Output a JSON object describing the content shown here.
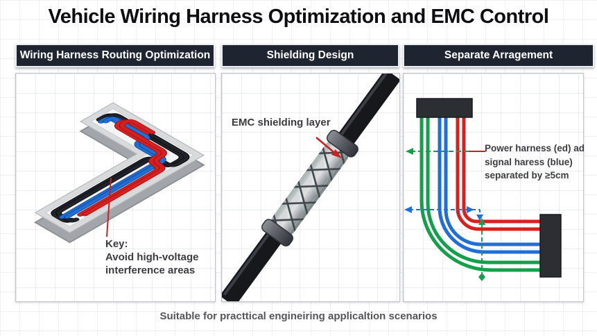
{
  "title": "Vehicle Wiring Harness Optimization and EMC Control",
  "headers": {
    "routing": "Wiring Harness Routing Optimization",
    "shielding": "Shielding Design",
    "separation": "Separate Arragement"
  },
  "routing_panel": {
    "key_line1": "Key:",
    "key_line2": "Avoid high-voltage",
    "key_line3": "interference areas"
  },
  "shielding_panel": {
    "label": "EMC shielding layer"
  },
  "separation_panel": {
    "note_line1": "Power harness (ed) ad",
    "note_line2": "signal haress (blue)",
    "note_line3": "separated by ≥5cm"
  },
  "footer": "Suitable for practtical engineiring applicaltion scenarios",
  "colors": {
    "header_bg": "#1f2530",
    "header_text": "#ffffff",
    "panel_border": "#c2c5c8",
    "text_dark": "#3c3c3e",
    "wire_red": "#d92020",
    "wire_red_dark": "#991414",
    "wire_blue": "#1e6fd8",
    "wire_blue_dark": "#124b96",
    "wire_green": "#13a04a",
    "wire_black": "#202329",
    "wire_black_dark": "#0b0c0e",
    "annotation_red": "#cc2020",
    "connector_dark": "#2b2e33",
    "tray_top": "#d8dadc",
    "tray_side": "#a2a6aa",
    "tray_floor": "#f3f4f5",
    "cable_black": "#17181b",
    "mesh_dark": "#41454c",
    "shield_green": "#1c9e52"
  }
}
